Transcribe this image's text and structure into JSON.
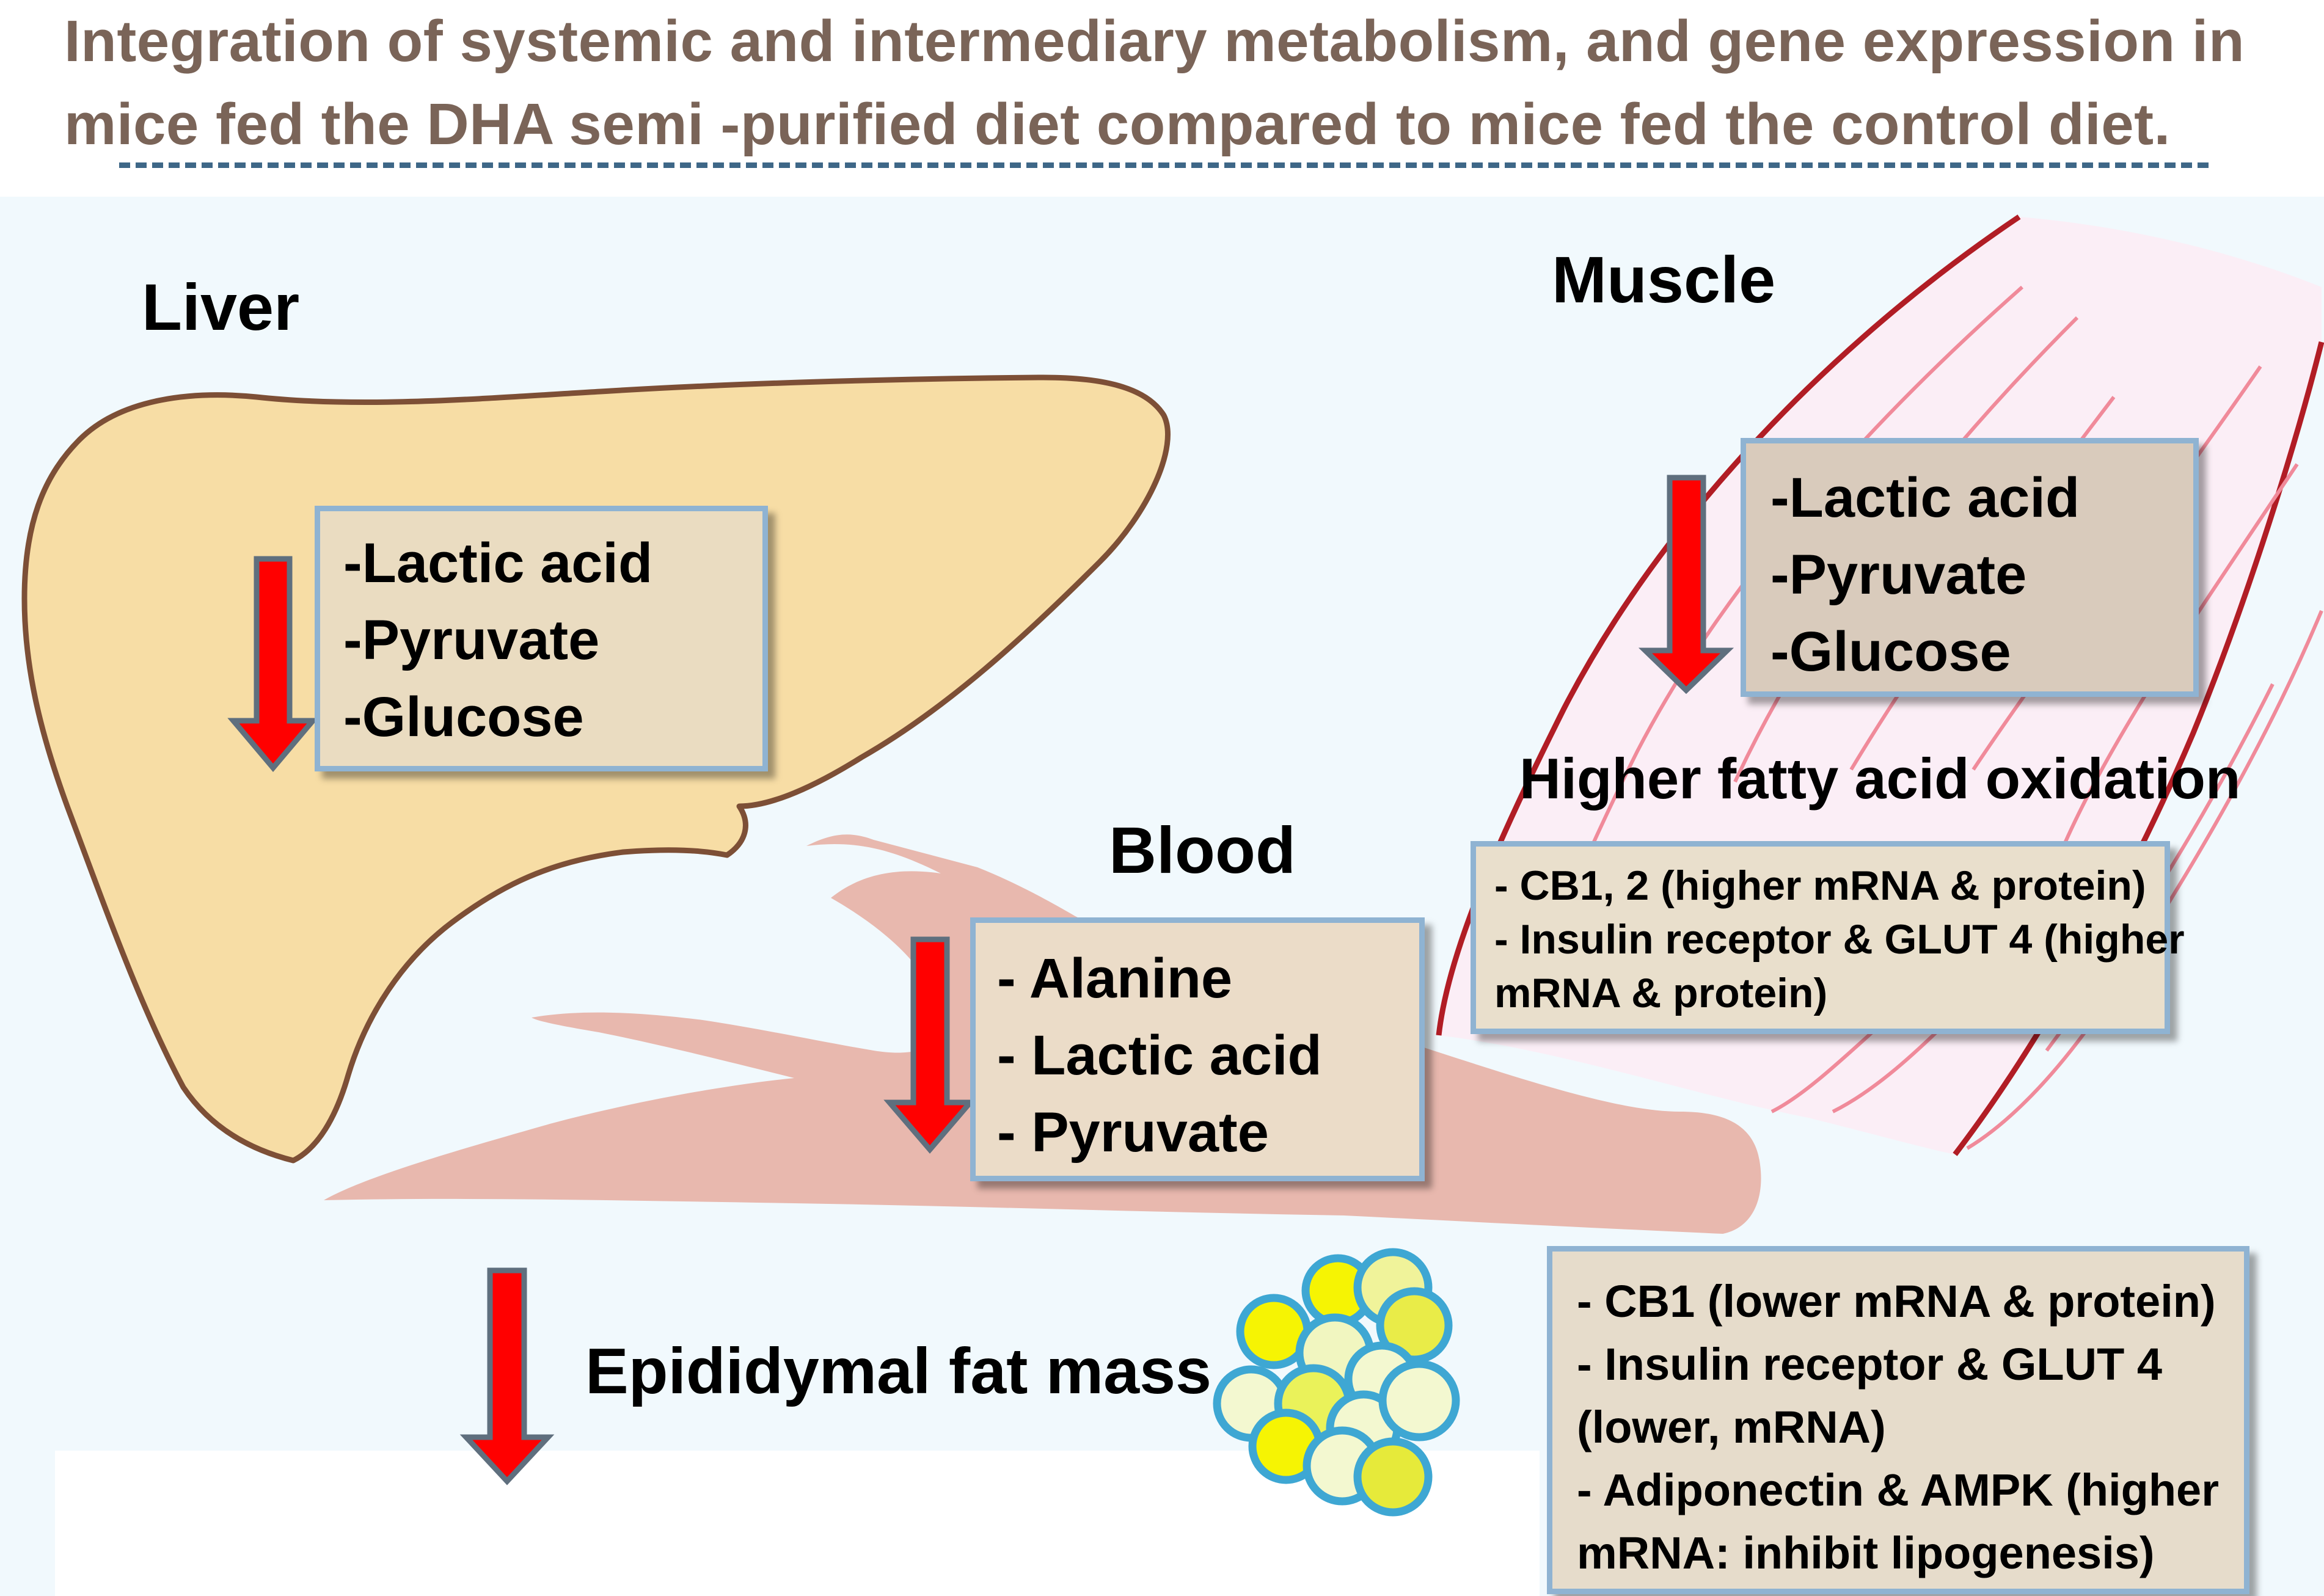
{
  "title": {
    "line1": "Integration of  systemic and intermediary metabolism, and gene expression in",
    "line2": "mice fed the DHA semi -purified diet compared to mice fed the control diet."
  },
  "labels": {
    "liver": "Liver",
    "muscle": "Muscle",
    "blood": "Blood",
    "fatty_acid": "Higher fatty acid oxidation",
    "fat_mass": "Epididymal fat mass"
  },
  "liver_box": {
    "items": [
      "-Lactic acid",
      "-Pyruvate",
      "-Glucose"
    ]
  },
  "muscle_box": {
    "items": [
      "-Lactic acid",
      "-Pyruvate",
      "-Glucose"
    ]
  },
  "blood_box": {
    "items": [
      "- Alanine",
      "- Lactic acid",
      "- Pyruvate"
    ]
  },
  "muscle_gene_box": {
    "lines": [
      "- CB1, 2 (higher mRNA & protein)",
      "- Insulin receptor & GLUT 4 (higher",
      "mRNA & protein)"
    ]
  },
  "fat_gene_box": {
    "lines": [
      "- CB1 (lower mRNA & protein)",
      "- Insulin receptor & GLUT 4",
      "(lower, mRNA)",
      "-  Adiponectin & AMPK (higher",
      "mRNA: inhibit lipogenesis)"
    ]
  },
  "icons": [
    "down-arrow-icon",
    "liver-icon",
    "muscle-icon",
    "blood-vessel-icon",
    "fat-cells-icon"
  ],
  "colors": {
    "title": "#7a6458",
    "dash": "#3e6787",
    "arrow": "#ff0000",
    "arrow_border": "#5f6f7e",
    "liver": "#f7dda5",
    "liver_outline": "#7d4f36",
    "vessel": "#e8b8ae",
    "muscle_outline": "#b11d25",
    "muscle_fiber": "#f08a9a",
    "box_border": "#8fb3d2",
    "fat_bright": "#f6f403",
    "fat_pale": "#f3f8c6",
    "fat_border": "#3ea7d3"
  }
}
